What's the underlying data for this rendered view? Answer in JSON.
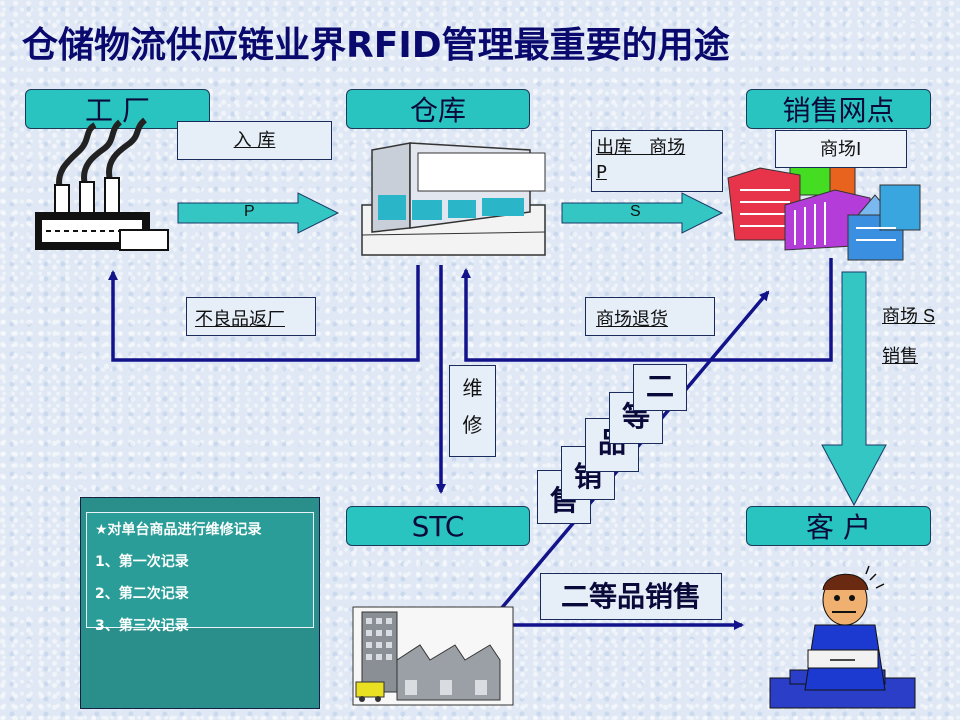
{
  "title": "仓储物流供应链业界RFID管理最重要的用途",
  "nodes": {
    "factory": "工  厂",
    "warehouse": "仓库",
    "retail": "销售网点",
    "stc": "STC",
    "customer": "客  户"
  },
  "labels": {
    "inbound": "入  库",
    "p_arrow": "P",
    "s_arrow": "S",
    "outbound": "出库   商场\nP",
    "mall": "商场I",
    "defect_return": "不良品返厂",
    "mall_return": "商场退货",
    "mall_sales_1": "商场 S",
    "mall_sales_2": "销售",
    "repair_1": "维",
    "repair_2": "修",
    "second_grade_sale": "二等品销售"
  },
  "stairs": [
    "售",
    "销",
    "品",
    "等",
    "二"
  ],
  "notes": {
    "items": [
      "★对单台商品进行维修记录",
      "1、第一次记录",
      "2、第二次记录",
      "3、第三次记录"
    ]
  },
  "colors": {
    "header_fill": "#29c4c0",
    "arrow_teal": "#33c6c2",
    "line_navy": "#12128a",
    "title": "#0a0a6e"
  }
}
